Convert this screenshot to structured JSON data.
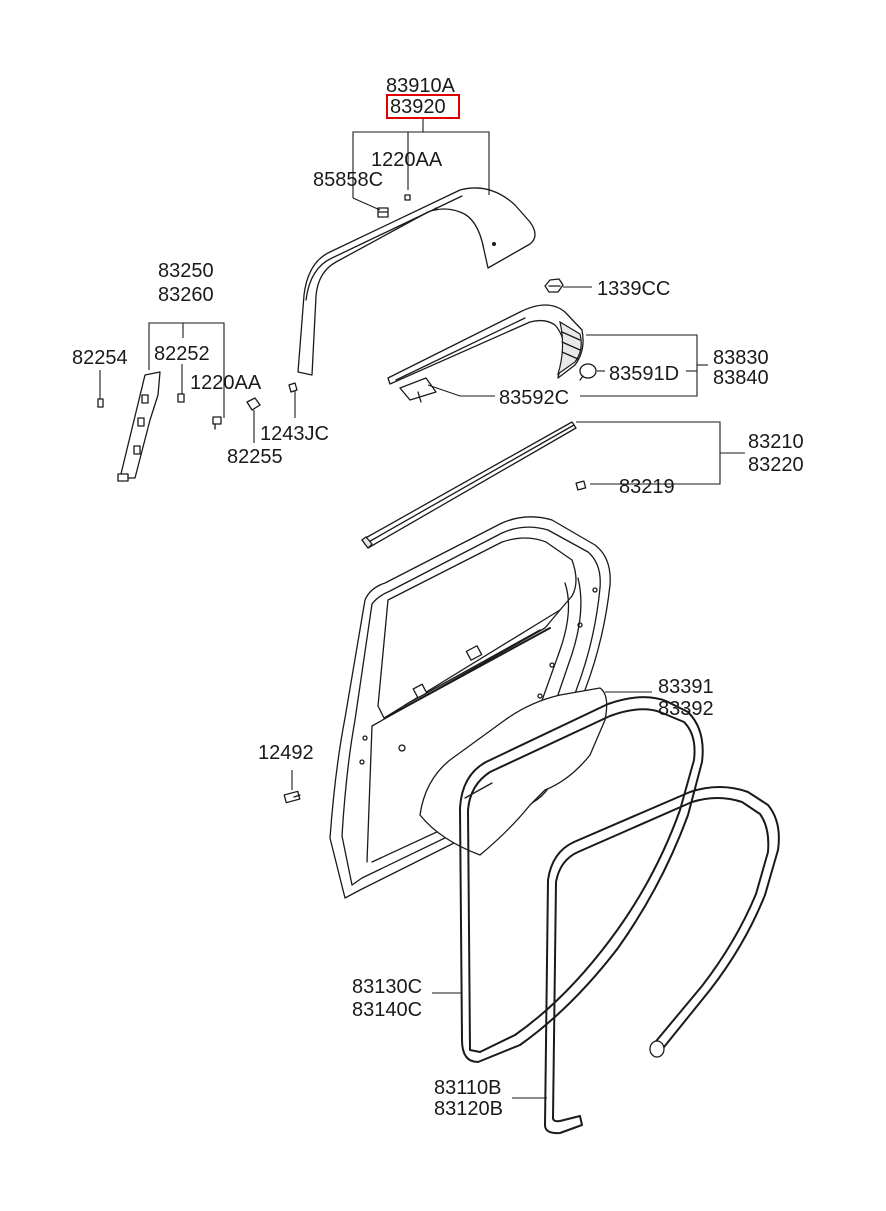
{
  "highlight_color": "#e00000",
  "labels": {
    "p83910A": "83910A",
    "p83920": "83920",
    "p1220AA_top": "1220AA",
    "p85858C": "85858C",
    "p83250": "83250",
    "p83260": "83260",
    "p1339CC": "1339CC",
    "p82254": "82254",
    "p82252": "82252",
    "p1220AA_left": "1220AA",
    "p83830": "83830",
    "p83591D": "83591D",
    "p83840": "83840",
    "p83592C": "83592C",
    "p1243JC": "1243JC",
    "p82255": "82255",
    "p83210": "83210",
    "p83220": "83220",
    "p83219": "83219",
    "p83391": "83391",
    "p83392": "83392",
    "p12492": "12492",
    "p83130C": "83130C",
    "p83140C": "83140C",
    "p83110B": "83110B",
    "p83120B": "83120B"
  }
}
